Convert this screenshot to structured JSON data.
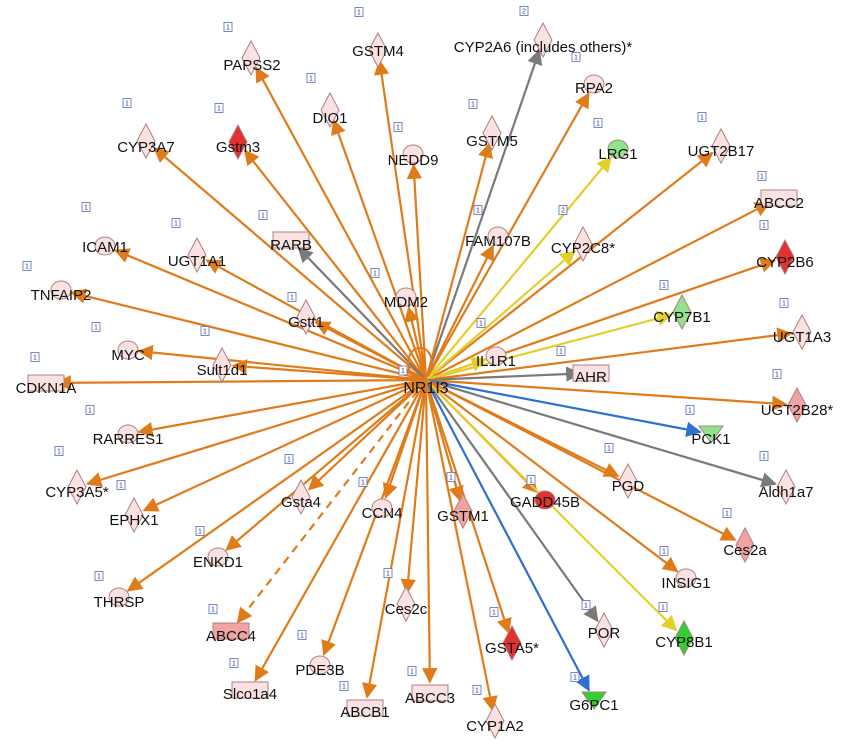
{
  "colors": {
    "activation": "#e07b1a",
    "inhibition": "#2e6fd1",
    "inconsistent": "#e3cf2b",
    "unpredicted": "#7a7a7a",
    "up_strong": "#e03232",
    "up_mid": "#f0a3a3",
    "up_light": "#fbe2e2",
    "down_strong": "#2fd02f",
    "down_light": "#8ee58e",
    "node_stroke": "#b08080",
    "badge_stroke": "#5a6ab8"
  },
  "hub": {
    "label": "NR1I3",
    "badge": "1"
  },
  "nodes": [
    {
      "label": "PAPSS2",
      "badge": "1",
      "shape": "diamond",
      "fill": "up_light",
      "edge": "activation"
    },
    {
      "label": "GSTM4",
      "badge": "1",
      "shape": "diamond",
      "fill": "up_light",
      "edge": "activation"
    },
    {
      "label": "CYP2A6 (includes others)*",
      "badge": "2",
      "shape": "diamond",
      "fill": "up_light",
      "edge": "unpredicted"
    },
    {
      "label": "RPA2",
      "badge": "1",
      "shape": "ellipse",
      "fill": "up_light",
      "edge": "activation"
    },
    {
      "label": "DIO1",
      "badge": "1",
      "shape": "diamond",
      "fill": "up_light",
      "edge": "activation"
    },
    {
      "label": "CYP3A7",
      "badge": "1",
      "shape": "diamond",
      "fill": "up_light",
      "edge": "activation"
    },
    {
      "label": "Gstm3",
      "badge": "1",
      "shape": "diamond",
      "fill": "up_strong",
      "edge": "activation"
    },
    {
      "label": "NEDD9",
      "badge": "1",
      "shape": "ellipse",
      "fill": "up_light",
      "edge": "activation"
    },
    {
      "label": "GSTM5",
      "badge": "1",
      "shape": "diamond",
      "fill": "up_light",
      "edge": "activation"
    },
    {
      "label": "LRG1",
      "badge": "1",
      "shape": "ellipse",
      "fill": "down_light",
      "edge": "inconsistent"
    },
    {
      "label": "UGT2B17",
      "badge": "1",
      "shape": "diamond",
      "fill": "up_light",
      "edge": "activation"
    },
    {
      "label": "ABCC2",
      "badge": "1",
      "shape": "rect",
      "fill": "up_light",
      "edge": "activation"
    },
    {
      "label": "ICAM1",
      "badge": "1",
      "shape": "ellipse",
      "fill": "up_light",
      "edge": "activation"
    },
    {
      "label": "UGT1A1",
      "badge": "1",
      "shape": "diamond",
      "fill": "up_light",
      "edge": "activation"
    },
    {
      "label": "RARB",
      "badge": "1",
      "shape": "rect",
      "fill": "up_light",
      "edge": "unpredicted"
    },
    {
      "label": "FAM107B",
      "badge": "1",
      "shape": "ellipse",
      "fill": "up_light",
      "edge": "activation"
    },
    {
      "label": "CYP2C8*",
      "badge": "2",
      "shape": "diamond",
      "fill": "up_light",
      "edge": "inconsistent"
    },
    {
      "label": "CYP2B6",
      "badge": "1",
      "shape": "diamond",
      "fill": "up_strong",
      "edge": "activation"
    },
    {
      "label": "TNFAIP2",
      "badge": "1",
      "shape": "ellipse",
      "fill": "up_light",
      "edge": "activation"
    },
    {
      "label": "MDM2",
      "badge": "1",
      "shape": "ellipse",
      "fill": "up_light",
      "edge": "activation"
    },
    {
      "label": "CYP7B1",
      "badge": "1",
      "shape": "diamond",
      "fill": "down_light",
      "edge": "inconsistent"
    },
    {
      "label": "Gstt1",
      "badge": "1",
      "shape": "diamond",
      "fill": "up_light",
      "edge": "activation"
    },
    {
      "label": "UGT1A3",
      "badge": "1",
      "shape": "diamond",
      "fill": "up_light",
      "edge": "activation"
    },
    {
      "label": "MYC",
      "badge": "1",
      "shape": "ellipse",
      "fill": "up_light",
      "edge": "activation"
    },
    {
      "label": "IL1R1",
      "badge": "1",
      "shape": "ellipse",
      "fill": "up_light",
      "edge": "inconsistent"
    },
    {
      "label": "Sult1d1",
      "badge": "1",
      "shape": "diamond",
      "fill": "up_light",
      "edge": "activation"
    },
    {
      "label": "AHR",
      "badge": "1",
      "shape": "rect",
      "fill": "up_light",
      "edge": "unpredicted"
    },
    {
      "label": "CDKN1A",
      "badge": "1",
      "shape": "rect",
      "fill": "up_light",
      "edge": "activation"
    },
    {
      "label": "UGT2B28*",
      "badge": "1",
      "shape": "diamond",
      "fill": "up_mid",
      "edge": "activation"
    },
    {
      "label": "RARRES1",
      "badge": "1",
      "shape": "ellipse",
      "fill": "up_light",
      "edge": "activation"
    },
    {
      "label": "PCK1",
      "badge": "1",
      "shape": "triangle",
      "fill": "down_light",
      "edge": "inhibition"
    },
    {
      "label": "CYP3A5*",
      "badge": "1",
      "shape": "diamond",
      "fill": "up_light",
      "edge": "activation"
    },
    {
      "label": "Gsta4",
      "badge": "1",
      "shape": "diamond",
      "fill": "up_light",
      "edge": "activation"
    },
    {
      "label": "CCN4",
      "badge": "1",
      "shape": "ellipse",
      "fill": "up_light",
      "edge": "activation"
    },
    {
      "label": "GSTM1",
      "badge": "1",
      "shape": "diamond",
      "fill": "up_mid",
      "edge": "activation"
    },
    {
      "label": "GADD45B",
      "badge": "1",
      "shape": "ellipse",
      "fill": "up_strong",
      "edge": "activation"
    },
    {
      "label": "PGD",
      "badge": "1",
      "shape": "diamond",
      "fill": "up_light",
      "edge": "activation"
    },
    {
      "label": "Aldh1a7",
      "badge": "1",
      "shape": "diamond",
      "fill": "up_light",
      "edge": "unpredicted"
    },
    {
      "label": "EPHX1",
      "badge": "1",
      "shape": "diamond",
      "fill": "up_light",
      "edge": "activation"
    },
    {
      "label": "Ces2a",
      "badge": "1",
      "shape": "diamond",
      "fill": "up_mid",
      "edge": "activation"
    },
    {
      "label": "ENKD1",
      "badge": "1",
      "shape": "ellipse",
      "fill": "up_light",
      "edge": "activation"
    },
    {
      "label": "INSIG1",
      "badge": "1",
      "shape": "ellipse",
      "fill": "up_light",
      "edge": "activation"
    },
    {
      "label": "THRSP",
      "badge": "1",
      "shape": "ellipse",
      "fill": "up_light",
      "edge": "activation"
    },
    {
      "label": "Ces2c",
      "badge": "1",
      "shape": "diamond",
      "fill": "up_light",
      "edge": "activation"
    },
    {
      "label": "ABCC4",
      "badge": "1",
      "shape": "rect",
      "fill": "up_mid",
      "edge": "activation_dashed"
    },
    {
      "label": "GSTA5*",
      "badge": "1",
      "shape": "diamond",
      "fill": "up_strong",
      "edge": "activation"
    },
    {
      "label": "POR",
      "badge": "1",
      "shape": "diamond",
      "fill": "up_light",
      "edge": "unpredicted"
    },
    {
      "label": "CYP8B1",
      "badge": "1",
      "shape": "diamond",
      "fill": "down_strong",
      "edge": "inconsistent"
    },
    {
      "label": "PDE3B",
      "badge": "1",
      "shape": "ellipse",
      "fill": "up_light",
      "edge": "activation"
    },
    {
      "label": "Slco1a4",
      "badge": "1",
      "shape": "rect",
      "fill": "up_light",
      "edge": "activation"
    },
    {
      "label": "ABCC3",
      "badge": "1",
      "shape": "rect",
      "fill": "up_light",
      "edge": "activation"
    },
    {
      "label": "G6PC1",
      "badge": "1",
      "shape": "triangle",
      "fill": "down_strong",
      "edge": "inhibition"
    },
    {
      "label": "ABCB1",
      "badge": "1",
      "shape": "rect",
      "fill": "up_light",
      "edge": "activation"
    },
    {
      "label": "CYP1A2",
      "badge": "1",
      "shape": "diamond",
      "fill": "up_light",
      "edge": "activation"
    }
  ]
}
